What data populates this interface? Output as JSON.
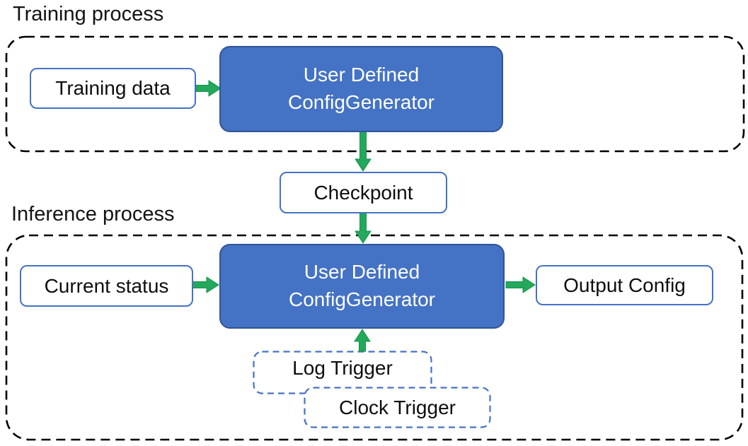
{
  "colors": {
    "accent_blue_fill": "#4472C4",
    "accent_blue_border": "#2F5597",
    "box_border_blue": "#4472C4",
    "arrow_green": "#23A85C",
    "arrow_green_edge": "#169349",
    "dash_black": "#000000"
  },
  "training": {
    "label": "Training process",
    "input_box": "Training data",
    "generator_line1": "User Defined",
    "generator_line2": "ConfigGenerator"
  },
  "checkpoint": {
    "label": "Checkpoint"
  },
  "inference": {
    "label": "Inference process",
    "input_box": "Current status",
    "generator_line1": "User Defined",
    "generator_line2": "ConfigGenerator",
    "output_box": "Output Config",
    "log_trigger": "Log Trigger",
    "clock_trigger": "Clock Trigger"
  }
}
